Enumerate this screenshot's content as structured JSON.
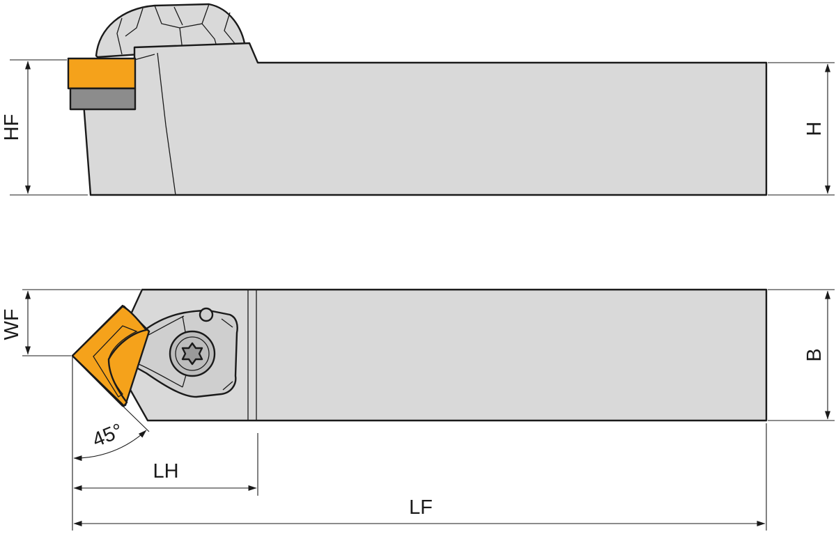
{
  "labels": {
    "hf": "HF",
    "h": "H",
    "wf": "WF",
    "b": "B",
    "angle": "45°",
    "lh": "LH",
    "lf": "LF"
  },
  "colors": {
    "body": "#d9d9d9",
    "body_dark": "#c8c8c8",
    "insert": "#f5a21b",
    "insert_seat": "#8c8c8c",
    "line": "#1a1a1a"
  }
}
